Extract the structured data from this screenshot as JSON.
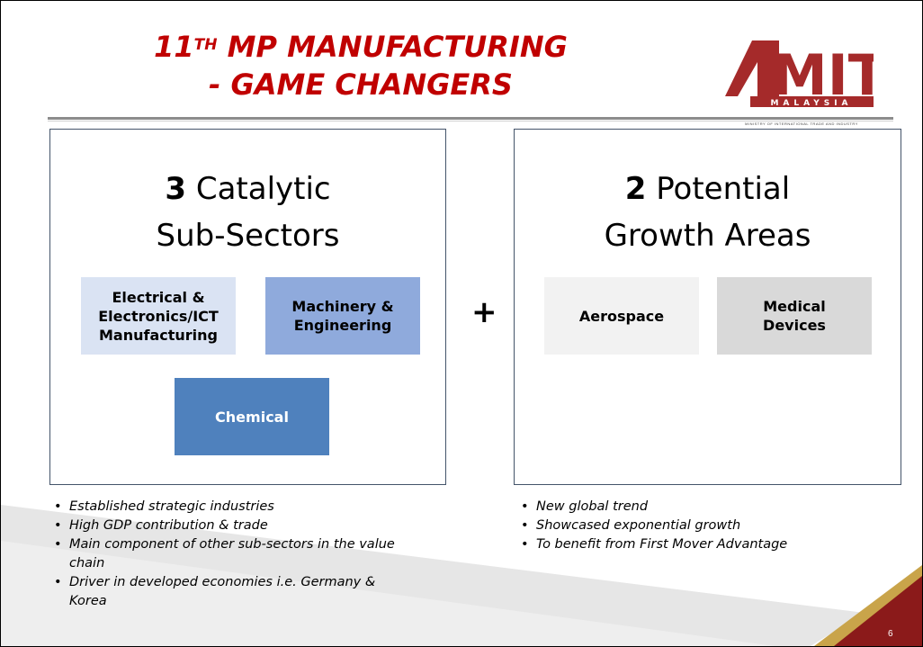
{
  "slide": {
    "title_part1": "11",
    "title_sup": "TH",
    "title_part1_rest": " MP MANUFACTURING",
    "title_line2": "- GAME CHANGERS",
    "logo_letters": "MITI",
    "logo_country": "MALAYSIA",
    "logo_subtitle": "MINISTRY OF INTERNATIONAL TRADE AND INDUSTRY",
    "page_number": "6"
  },
  "left_panel": {
    "heading_number": "3",
    "heading_word": " Catalytic",
    "heading_line2": "Sub-Sectors",
    "boxes": [
      {
        "label": "Electrical & Electronics/ICT Manufacturing",
        "color": "#dae3f3"
      },
      {
        "label": "Machinery & Engineering",
        "color": "#8faadc"
      },
      {
        "label": "Chemical",
        "color": "#4f81bd",
        "text_color": "#ffffff"
      }
    ],
    "bullets": [
      "Established strategic industries",
      "High GDP contribution & trade",
      "Main component of other sub-sectors in the value chain",
      "Driver in developed economies i.e. Germany & Korea"
    ]
  },
  "plus_sign": "+",
  "right_panel": {
    "heading_number": "2",
    "heading_word": " Potential",
    "heading_line2": "Growth Areas",
    "boxes": [
      {
        "label": "Aerospace",
        "color": "#f2f2f2"
      },
      {
        "label": "Medical Devices",
        "color": "#d9d9d9"
      }
    ],
    "bullets": [
      "New global trend",
      "Showcased exponential growth",
      "To benefit from First Mover Advantage"
    ]
  },
  "colors": {
    "title_red": "#c00000",
    "logo_red": "#a52a2a",
    "panel_border": "#44546a",
    "corner_gold": "#c9a44a",
    "corner_red": "#8b1a1a"
  }
}
